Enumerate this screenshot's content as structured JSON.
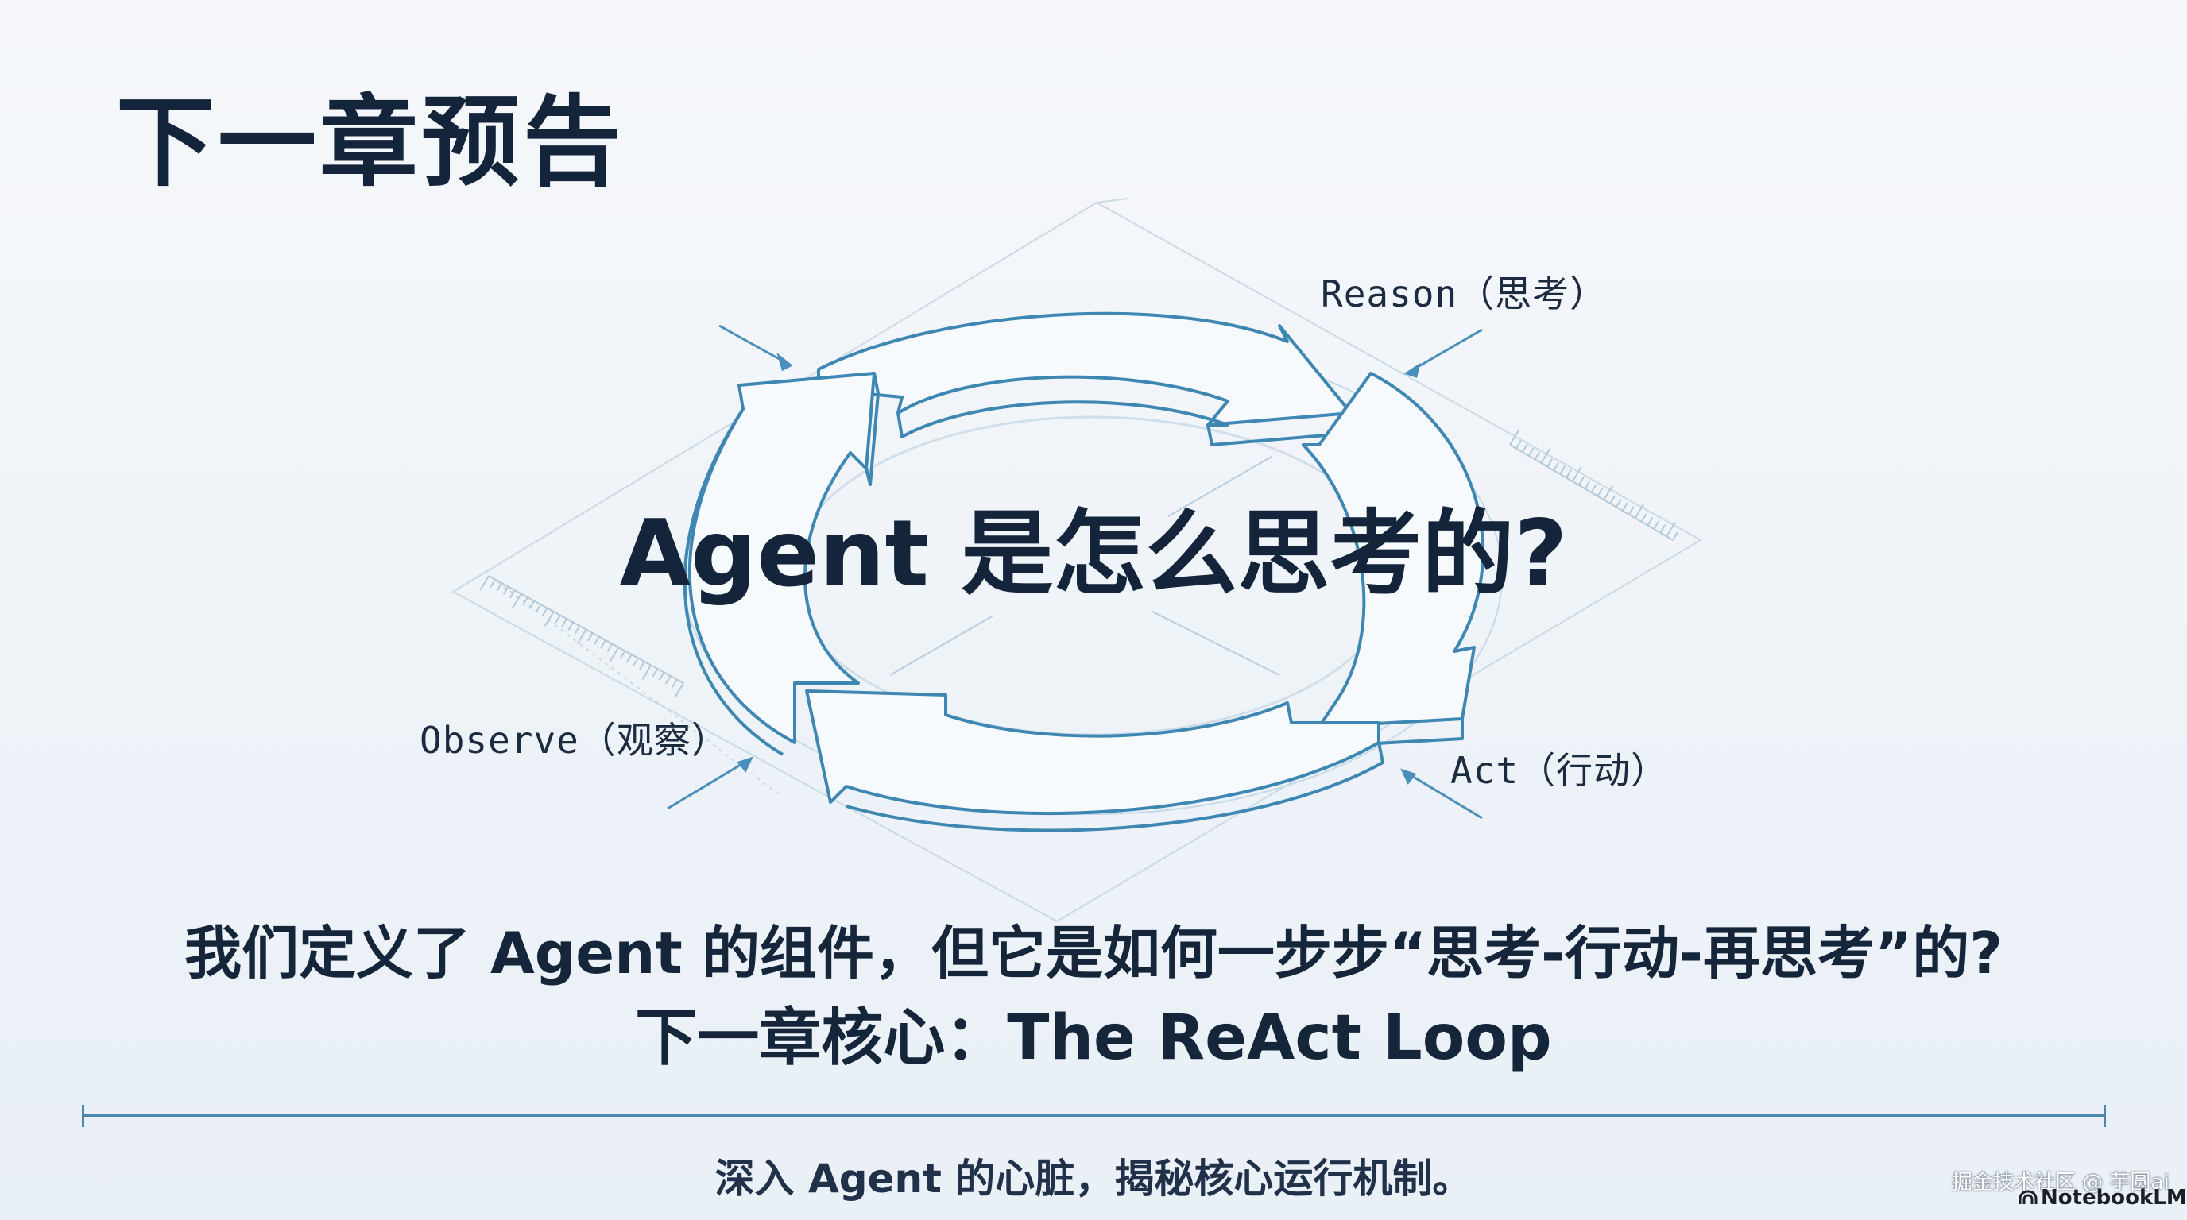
{
  "slide": {
    "title": "下一章预告",
    "center_question": "Agent 是怎么思考的?"
  },
  "cycle": {
    "reason_label": "Reason（思考）",
    "observe_label": "Observe（观察）",
    "act_label": "Act（行动）"
  },
  "summary": {
    "question": "我们定义了 Agent 的组件，但它是如何一步步“思考-行动-再思考”的?",
    "next_chapter": "下一章核心：The ReAct Loop",
    "tagline": "深入 Agent 的心脏，揭秘核心运行机制。"
  },
  "footer": {
    "watermark": "掘金技术社区 @ 芋圆ai",
    "brand": "NotebookLM"
  },
  "colors": {
    "accent": "#4a86ad",
    "text": "#14253b",
    "background": "#f3f6fa"
  }
}
